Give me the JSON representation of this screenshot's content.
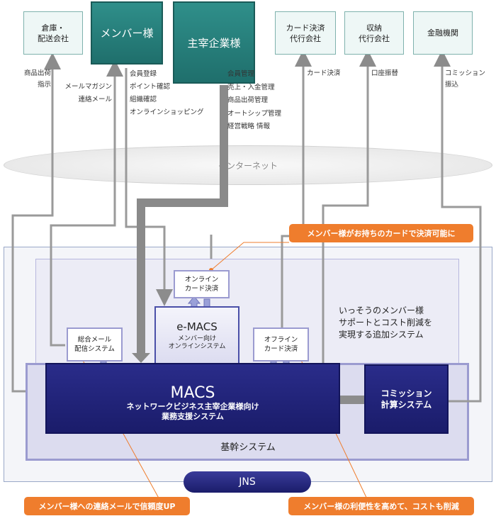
{
  "top_boxes": {
    "warehouse": "倉庫・\n配送会社",
    "members": "メンバー様",
    "host_company": "主宰企業様",
    "card_payment_agent": "カード決済\n代行会社",
    "collection_agent": "収納\n代行会社",
    "financial_institution": "金融機関"
  },
  "flow_labels": {
    "warehouse": "商品出荷\n指示",
    "mail": "メールマガジン\n連絡メール",
    "members": "会員登録\nポイント確認\n組織確認\nオンラインショッピング",
    "host": "会員管理\n売上・入金管理\n商品出荷管理\nオートシップ管理\n経営戦略 情報",
    "card": "カード決済",
    "collection": "口座振替",
    "financial": "コミッション\n振込"
  },
  "internet": "インターネット",
  "callouts": {
    "card": "メンバー様がお持ちのカードで決済可能に",
    "mail": "メンバー様への連絡メールで信頼度UP",
    "convenience": "メンバー様の利便性を高めて、コストも削減"
  },
  "additional_system": "いっそうのメンバー様\nサポートとコスト削減を\n実現する追加システム",
  "online_card": "オンライン\nカード決済",
  "offline_card": "オフライン\nカード決済",
  "mail_system": "総合メール\n配信システム",
  "emacs": {
    "title": "e-MACS",
    "subtitle": "メンバー向け\nオンラインシステム"
  },
  "macs": {
    "title": "MACS",
    "subtitle1": "ネットワークビジネス主宰企業様向け",
    "subtitle2": "業務支援システム"
  },
  "commission": "コミッション\n計算システム",
  "core_system": "基幹システム",
  "jns": "JNS"
}
